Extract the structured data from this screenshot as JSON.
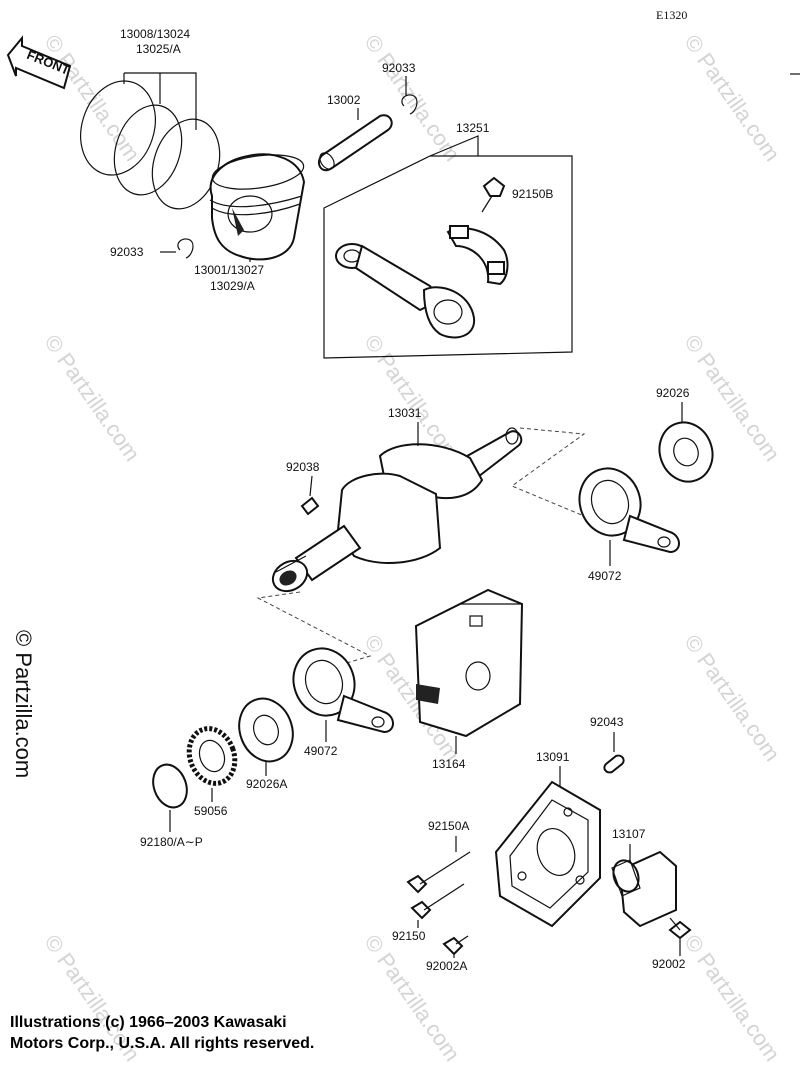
{
  "diagram_code": "E1320",
  "front_label": "FRONT",
  "side_watermark": "© Partzilla.com",
  "watermark_text": "© Partzilla.com",
  "copyright": {
    "line1": "Illustrations (c) 1966–2003 Kawasaki",
    "line2": "Motors Corp., U.S.A.  All rights reserved."
  },
  "labels": {
    "rings_l1": "13008/13024",
    "rings_l2": "13025/A",
    "clip_top": "92033",
    "pin": "13002",
    "rod_assy": "13251",
    "rod_bolt": "92150B",
    "clip_left": "92033",
    "piston_l1": "13001/13027",
    "piston_l2": "13029/A",
    "crank": "13031",
    "washer_right": "92026",
    "key": "92038",
    "bal_weight_r": "49072",
    "bal_weight_l": "49072",
    "case": "13164",
    "washer_left": "92026A",
    "gear": "59056",
    "shim": "92180/A∼P",
    "dowel": "92043",
    "cover": "13091",
    "bolt_long": "92150A",
    "bolt_short": "92150",
    "holder": "13107",
    "bolt_a": "92002A",
    "bolt_b": "92002"
  }
}
